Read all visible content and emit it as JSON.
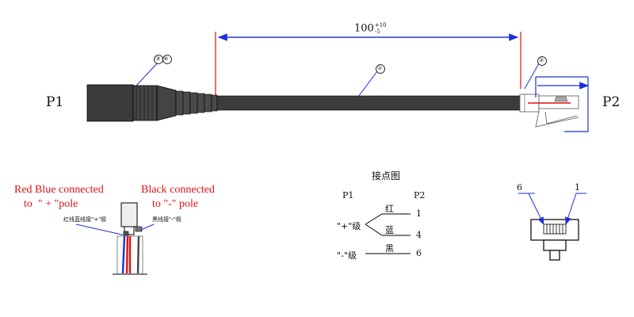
{
  "connectors": {
    "p1_label": "P1",
    "p2_label": "P2"
  },
  "dimension": {
    "length": "100",
    "tol_upper": "+10",
    "tol_lower": "-5"
  },
  "balloons": {
    "cable": "①",
    "plug": "②",
    "jack": "③④"
  },
  "annotations": {
    "red_blue_line1": "Red Blue connected",
    "red_blue_line2": "to  \" + \"pole",
    "black_line1": "Black connected",
    "black_line2": "to \"-\" pole",
    "cn_red_blue": "红线蓝线接\"+\"极",
    "cn_black": "黑线接\"-\"极"
  },
  "wiring": {
    "title": "接点图",
    "p1_header": "P1",
    "p2_header": "P2",
    "plus_pole": "\"+\"级",
    "minus_pole": "\"-\"级",
    "wires": [
      {
        "color_label": "红",
        "pin": "1"
      },
      {
        "color_label": "蓝",
        "pin": "4"
      },
      {
        "color_label": "黑",
        "pin": "6"
      }
    ]
  },
  "pin_view": {
    "left_pin": "6",
    "right_pin": "1"
  },
  "colors": {
    "dimension_line": "#1f2fd8",
    "extension_line": "#e01010",
    "annotation_text": "#e01010",
    "cable_body": "#3c3c3c"
  }
}
